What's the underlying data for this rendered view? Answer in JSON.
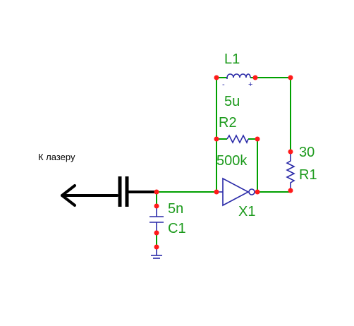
{
  "note": {
    "text": "К лазеру"
  },
  "components": {
    "L1": {
      "name": "L1",
      "value": "5u"
    },
    "R2": {
      "name": "R2",
      "value": "500k"
    },
    "R1": {
      "name": "R1",
      "value": "30"
    },
    "C1": {
      "name": "C1",
      "value": "5n"
    },
    "X1": {
      "name": "X1"
    }
  },
  "inductor_polarity": {
    "minus": "-",
    "plus": "+"
  },
  "colors": {
    "wire": "#00a000",
    "component": "#2a2aa8",
    "node": "#ff1a1a",
    "label": "#1c9a1c"
  }
}
